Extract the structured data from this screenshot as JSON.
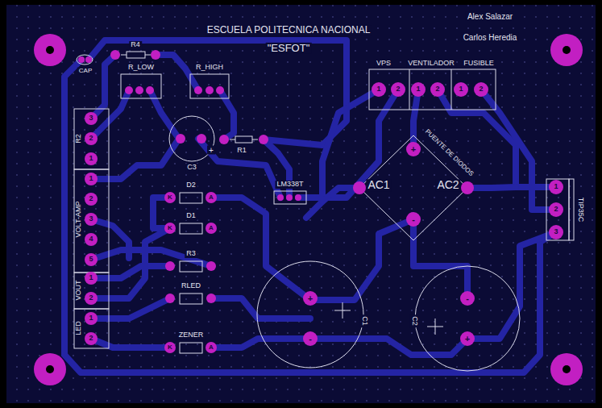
{
  "diagram": {
    "title": "ESCUELA POLITECNICA NACIONAL",
    "labels": [
      "\"ESFOT\"",
      "Alex Salazar",
      "Carlos Heredia",
      "CAP",
      "R4",
      "R_LOW",
      "R_HIGH",
      "R2",
      "3",
      "2",
      "1",
      "VOLT-AMP",
      "1",
      "2",
      "3",
      "4",
      "5",
      "VOUT",
      "1",
      "2",
      "LED",
      "1",
      "2",
      "C3",
      "+",
      "R1",
      "D2",
      "K",
      "A",
      "D1",
      "K",
      "A",
      "R3",
      "RLED",
      "ZENER",
      "K",
      "A",
      "LM338T",
      "VPS",
      "VENTILADOR",
      "FUSIBLE",
      "1",
      "2",
      "1",
      "2",
      "1",
      "2",
      "PUENTE DE DIODOS",
      "+",
      "-",
      "AC1",
      "AC2",
      "C1",
      "+",
      "-",
      "C2",
      "-",
      "+",
      "TIP35C",
      "1",
      "2",
      "3"
    ]
  }
}
